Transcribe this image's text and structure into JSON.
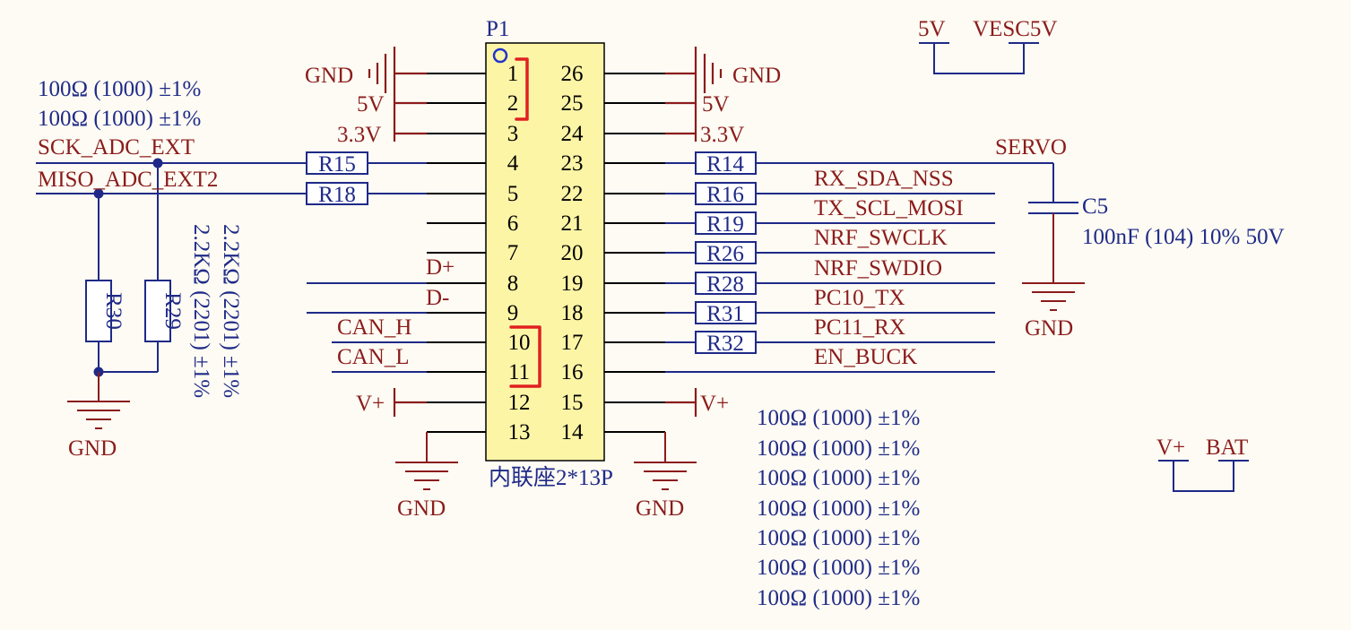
{
  "connector": {
    "designator": "P1",
    "description": "内联座2*13P",
    "pins_left": [
      "1",
      "2",
      "3",
      "4",
      "5",
      "6",
      "7",
      "8",
      "9",
      "10",
      "11",
      "12",
      "13"
    ],
    "pins_right": [
      "26",
      "25",
      "24",
      "23",
      "22",
      "21",
      "20",
      "19",
      "18",
      "17",
      "16",
      "15",
      "14"
    ]
  },
  "power": {
    "gnd": "GND",
    "v5": "5V",
    "v3_3": "3.3V",
    "vplus": "V+"
  },
  "net_ties": [
    {
      "a": "5V",
      "b": "VESC5V"
    },
    {
      "a": "V+",
      "b": "BAT"
    }
  ],
  "nets_left": [
    "SCK_ADC_EXT",
    "MISO_ADC_EXT2",
    "D+",
    "D-",
    "CAN_H",
    "CAN_L"
  ],
  "nets_right": [
    "SERVO",
    "RX_SDA_NSS",
    "TX_SCL_MOSI",
    "NRF_SWCLK",
    "NRF_SWDIO",
    "PC10_TX",
    "PC11_RX",
    "EN_BUCK"
  ],
  "resistors_left": [
    "R15",
    "R18"
  ],
  "resistors_vertical": [
    "R30",
    "R29"
  ],
  "resistors_right": [
    "R14",
    "R16",
    "R19",
    "R26",
    "R28",
    "R31",
    "R32"
  ],
  "values_left": [
    "100Ω (1000) ±1%",
    "100Ω (1000) ±1%"
  ],
  "values_vertical": [
    "2.2KΩ (2201) ±1%",
    "2.2KΩ (2201) ±1%"
  ],
  "values_right": [
    "100Ω (1000) ±1%",
    "100Ω (1000) ±1%",
    "100Ω (1000) ±1%",
    "100Ω (1000) ±1%",
    "100Ω (1000) ±1%",
    "100Ω (1000) ±1%",
    "100Ω (1000) ±1%"
  ],
  "capacitor": {
    "designator": "C5",
    "value": "100nF (104) 10% 50V"
  },
  "colors": {
    "wire": "#1f2a88",
    "power": "#8b1c1c",
    "connector_fill": "#fdf5a6",
    "annotation": "#e02020",
    "background": "#fdfbf3"
  }
}
